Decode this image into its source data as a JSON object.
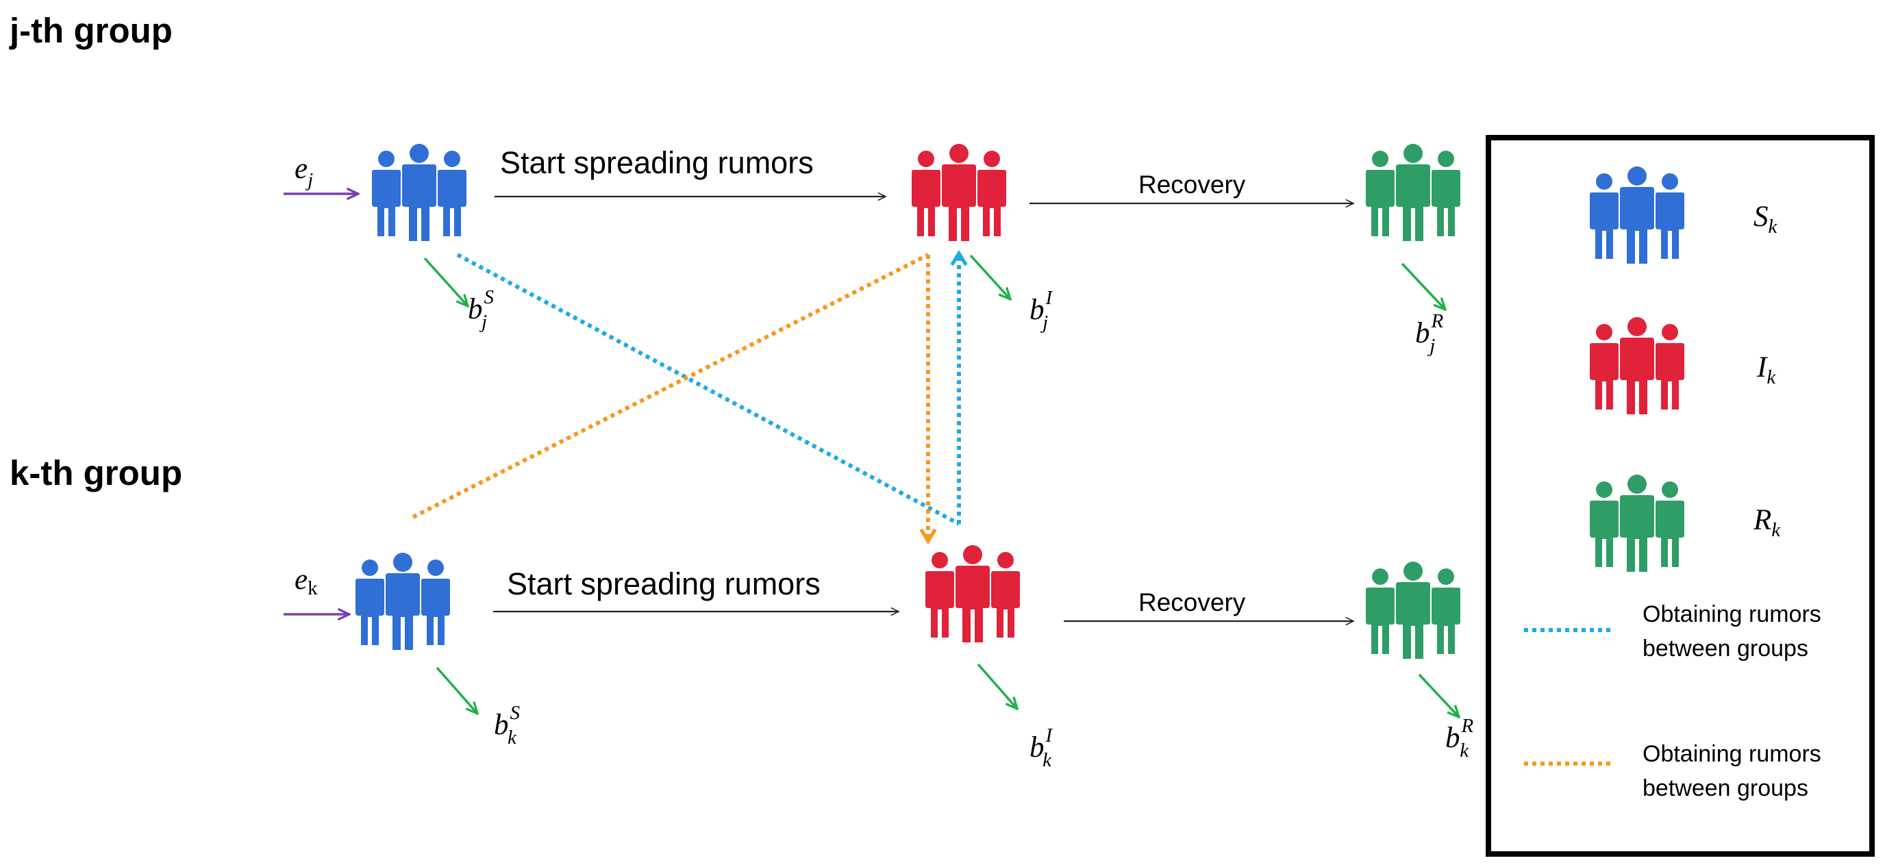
{
  "groups": {
    "j": {
      "title": "j-th group",
      "spread_label": "Start spreading rumors",
      "recovery_label": "Recovery",
      "entry": {
        "base": "e",
        "sub": "j"
      },
      "birth_S": {
        "base": "b",
        "sub": "j",
        "sup": "S"
      },
      "birth_I": {
        "base": "b",
        "sub": "j",
        "sup": "I"
      },
      "birth_R": {
        "base": "b",
        "sub": "j",
        "sup": "R"
      }
    },
    "k": {
      "title": "k-th group",
      "spread_label": "Start spreading rumors",
      "recovery_label": "Recovery",
      "entry": {
        "base": "e",
        "sub": "k"
      },
      "birth_S": {
        "base": "b",
        "sub": "k",
        "sup": "S"
      },
      "birth_I": {
        "base": "b",
        "sub": "k",
        "sup": "I"
      },
      "birth_R": {
        "base": "b",
        "sub": "k",
        "sup": "R"
      }
    }
  },
  "legend": {
    "S": {
      "base": "S",
      "sub": "k",
      "color": "#2f6fd6"
    },
    "I": {
      "base": "I",
      "sub": "k",
      "color": "#e0223b"
    },
    "R": {
      "base": "R",
      "sub": "k",
      "color": "#2e9e66"
    },
    "blue_line": {
      "line1": "Obtaining rumors",
      "line2": "between groups",
      "color": "#1fa9e6"
    },
    "orange_line": {
      "line1": "Obtaining rumors",
      "line2": "between groups",
      "color": "#f7971e"
    }
  },
  "colors": {
    "susceptible": "#2f6fd6",
    "infected": "#e0223b",
    "recovered": "#2e9e66",
    "entry_arrow": "#7a3fb0",
    "birth_arrow": "#22b04b",
    "cross_blue": "#1fa9e6",
    "cross_orange": "#f7971e"
  },
  "icons": {
    "susceptible": "people-group-icon",
    "infected": "people-group-icon",
    "recovered": "people-group-icon"
  }
}
